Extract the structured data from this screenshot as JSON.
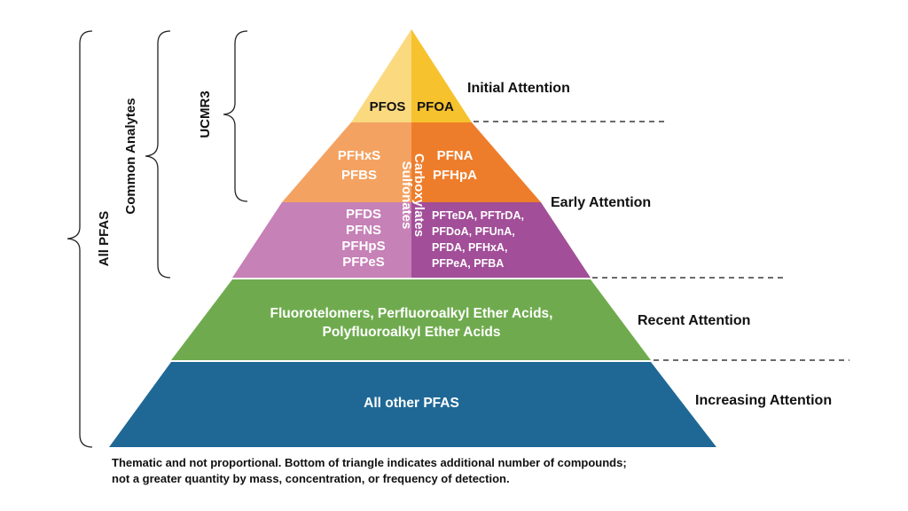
{
  "colors": {
    "top_left": "#fbd97f",
    "top_right": "#f6c22d",
    "early_left": "#f4a261",
    "early_right": "#ee7d2b",
    "mid_left": "#c681b7",
    "mid_right": "#a24e98",
    "recent": "#6fab4e",
    "base": "#1f6896",
    "divider": "#ffffff",
    "text_dark": "#111111",
    "text_light": "#ffffff"
  },
  "tiers": {
    "top": {
      "left": "PFOS",
      "right": "PFOA"
    },
    "early": {
      "left": [
        "PFHxS",
        "PFBS"
      ],
      "right": [
        "PFNA",
        "PFHpA"
      ]
    },
    "mid": {
      "left": [
        "PFDS",
        "PFNS",
        "PFHpS",
        "PFPeS"
      ],
      "right": [
        "PFTeDA, PFTrDA,",
        "PFDoA, PFUnA,",
        "PFDA, PFHxA,",
        "PFPeA, PFBA"
      ]
    },
    "vertical_left": "Sulfonates",
    "vertical_right": "Carboxylates",
    "recent": [
      "Fluorotelomers, Perfluoroalkyl Ether Acids,",
      "Polyfluoroalkyl Ether Acids"
    ],
    "base": "All other PFAS"
  },
  "attention": {
    "initial": "Initial Attention",
    "early": "Early Attention",
    "recent": "Recent Attention",
    "increasing": "Increasing Attention"
  },
  "brackets": {
    "ucmr3": "UCMR3",
    "common": "Common Analytes",
    "all": "All PFAS"
  },
  "note": [
    "Thematic and not proportional. Bottom of triangle indicates additional number of compounds;",
    "not a greater quantity by mass, concentration, or frequency of detection."
  ]
}
